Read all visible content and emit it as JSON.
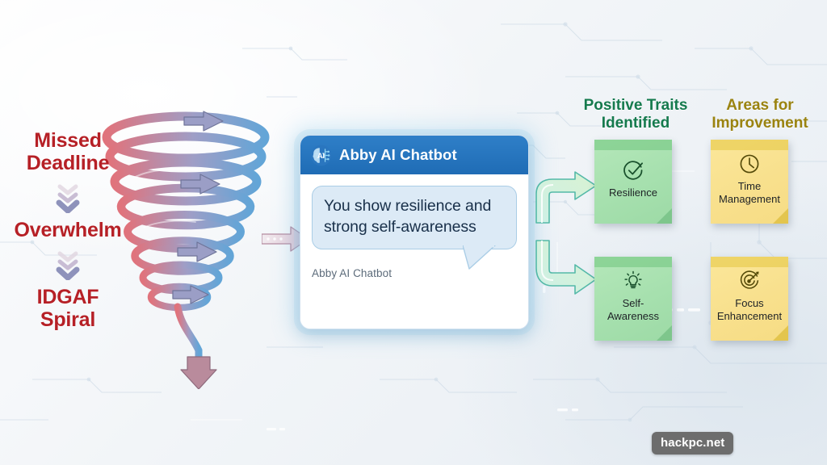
{
  "watermark": {
    "text": "hackpc.net"
  },
  "left_flow": {
    "steps": [
      {
        "label_line1": "Missed",
        "label_line2": "Deadline"
      },
      {
        "label_line1": "Overwhelm",
        "label_line2": ""
      },
      {
        "label_line1": "IDGAF",
        "label_line2": "Spiral"
      }
    ],
    "connector_icon": "triple-chevron-down-icon",
    "spiral_icon": "downward-spiral-tornado-icon",
    "text_color": "#b62026"
  },
  "transition_arrow": {
    "icon": "right-arrow-icon",
    "color": "#c39aad"
  },
  "chatbot": {
    "logo_icon": "ai-brain-circuit-icon",
    "logo_text": "AI",
    "title": "Abby AI Chatbot",
    "message": "You show resilience and strong self-awareness",
    "footer_label": "Abby AI Chatbot",
    "header_color": "#246fb8",
    "bubble_color": "#dceaf6"
  },
  "output_arrows": [
    {
      "icon": "curved-arrow-up-right-icon",
      "color": "#7fd4c4"
    },
    {
      "icon": "curved-arrow-down-right-icon",
      "color": "#7fd4c4"
    }
  ],
  "positive_traits": {
    "heading_line1": "Positive Traits",
    "heading_line2": "Identified",
    "heading_color": "#157a4d",
    "notes": [
      {
        "icon": "check-circle-icon",
        "label_line1": "Resilience",
        "label_line2": ""
      },
      {
        "icon": "lightbulb-icon",
        "label_line1": "Self-",
        "label_line2": "Awareness"
      }
    ]
  },
  "areas_for_improvement": {
    "heading_line1": "Areas for",
    "heading_line2": "Improvement",
    "heading_color": "#9a8310",
    "notes": [
      {
        "icon": "clock-icon",
        "label_line1": "Time",
        "label_line2": "Management"
      },
      {
        "icon": "target-dart-icon",
        "label_line1": "Focus",
        "label_line2": "Enhancement"
      }
    ]
  }
}
